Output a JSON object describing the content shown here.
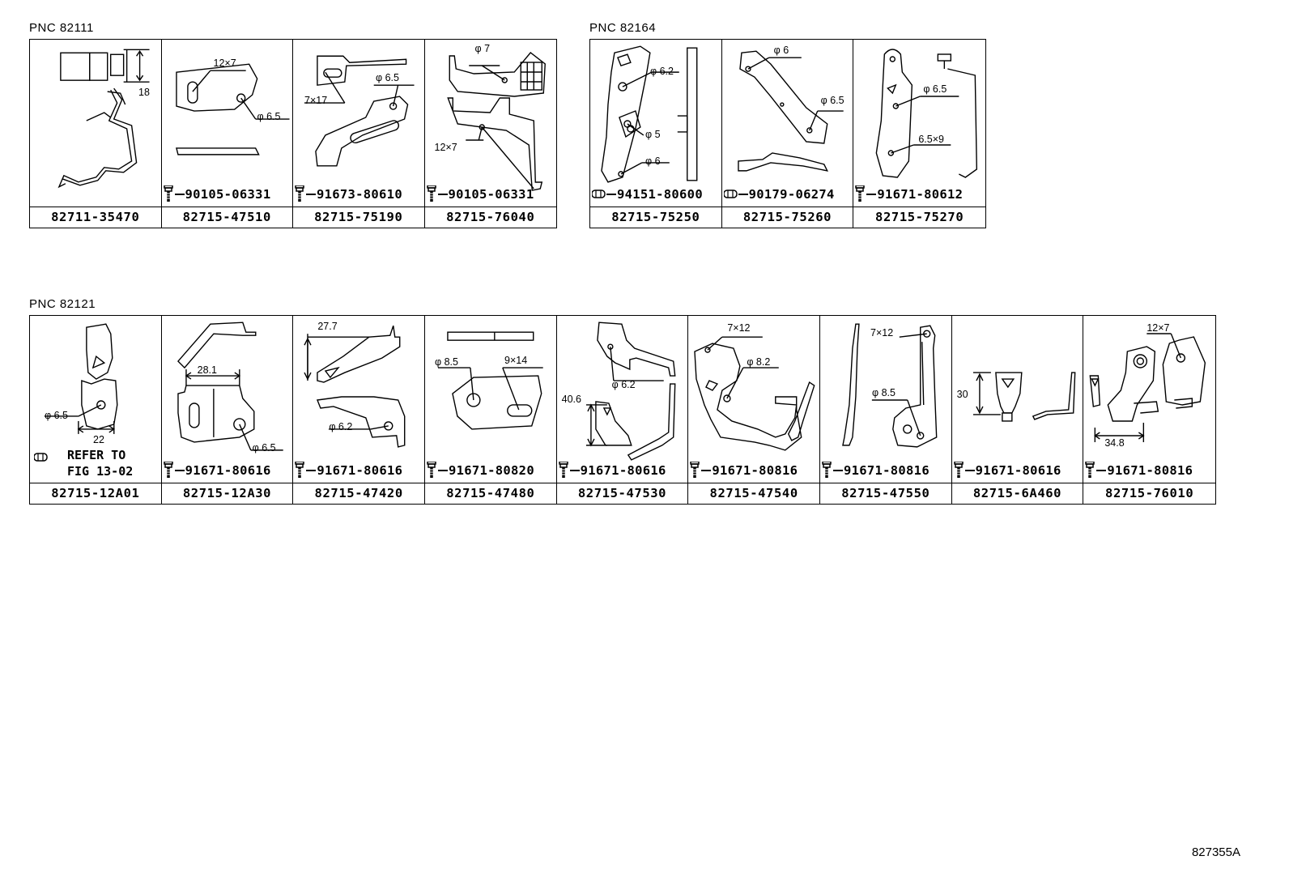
{
  "groups": [
    {
      "label": "PNC 82111",
      "items": [
        {
          "part": "82711-35470",
          "fastener": "",
          "fastener_icon": "",
          "dims": [
            "18"
          ]
        },
        {
          "part": "82715-47510",
          "fastener": "90105-06331",
          "fastener_icon": "bolt-icon",
          "dims": [
            "12×7",
            "φ 6.5"
          ]
        },
        {
          "part": "82715-75190",
          "fastener": "91673-80610",
          "fastener_icon": "bolt-icon",
          "dims": [
            "7×17",
            "φ 6.5"
          ]
        },
        {
          "part": "82715-76040",
          "fastener": "90105-06331",
          "fastener_icon": "bolt-icon",
          "dims": [
            "φ 7",
            "12×7"
          ]
        }
      ]
    },
    {
      "label": "PNC 82164",
      "items": [
        {
          "part": "82715-75250",
          "fastener": "94151-80600",
          "fastener_icon": "nut-icon",
          "dims": [
            "φ 6.2",
            "φ 5",
            "φ 6"
          ]
        },
        {
          "part": "82715-75260",
          "fastener": "90179-06274",
          "fastener_icon": "nut-icon",
          "dims": [
            "φ 6",
            "φ 6.5"
          ]
        },
        {
          "part": "82715-75270",
          "fastener": "91671-80612",
          "fastener_icon": "bolt-icon",
          "dims": [
            "φ 6.5",
            "6.5×9"
          ]
        }
      ]
    },
    {
      "label": "PNC 82121",
      "items": [
        {
          "part": "82715-12A01",
          "fastener": "",
          "fastener_icon": "nut-icon",
          "dims": [
            "φ 6.5",
            "22"
          ],
          "refer": [
            "REFER TO",
            "FIG 13-02"
          ]
        },
        {
          "part": "82715-12A30",
          "fastener": "91671-80616",
          "fastener_icon": "bolt-icon",
          "dims": [
            "28.1",
            "φ 6.5"
          ]
        },
        {
          "part": "82715-47420",
          "fastener": "91671-80616",
          "fastener_icon": "bolt-icon",
          "dims": [
            "27.7",
            "φ 6.2"
          ]
        },
        {
          "part": "82715-47480",
          "fastener": "91671-80820",
          "fastener_icon": "bolt-icon",
          "dims": [
            "φ 8.5",
            "9×14"
          ]
        },
        {
          "part": "82715-47530",
          "fastener": "91671-80616",
          "fastener_icon": "bolt-icon",
          "dims": [
            "φ 6.2",
            "40.6"
          ]
        },
        {
          "part": "82715-47540",
          "fastener": "91671-80816",
          "fastener_icon": "bolt-icon",
          "dims": [
            "7×12",
            "φ 8.2"
          ]
        },
        {
          "part": "82715-47550",
          "fastener": "91671-80816",
          "fastener_icon": "bolt-icon",
          "dims": [
            "7×12",
            "φ 8.5"
          ]
        },
        {
          "part": "82715-6A460",
          "fastener": "91671-80616",
          "fastener_icon": "bolt-icon",
          "dims": [
            "30"
          ]
        },
        {
          "part": "82715-76010",
          "fastener": "91671-80816",
          "fastener_icon": "bolt-icon",
          "dims": [
            "12×7",
            "34.8"
          ]
        }
      ]
    }
  ],
  "figure_id": "827355A"
}
